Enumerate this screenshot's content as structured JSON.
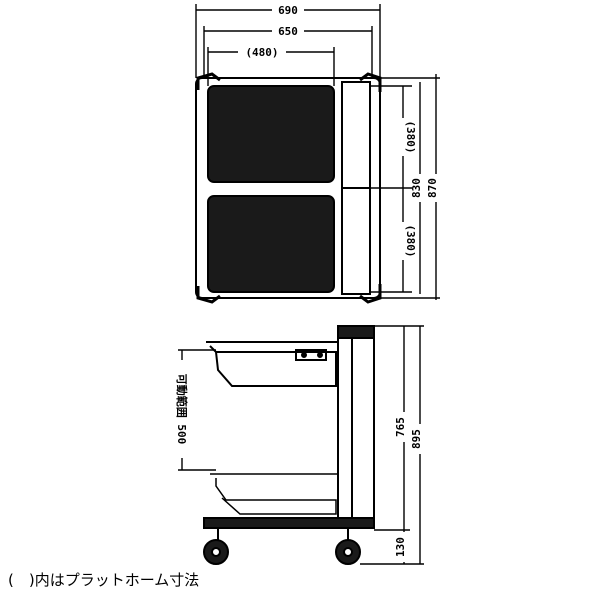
{
  "top_view": {
    "width_overall": "690",
    "width_body": "650",
    "width_platform": "(480)",
    "depth_platform_upper": "(380)",
    "depth_platform_lower": "(380)",
    "depth_body": "830",
    "depth_overall": "870"
  },
  "side_view": {
    "travel_range": "可動範囲 500",
    "height_column": "765",
    "height_overall": "895",
    "height_base": "130"
  },
  "note": "(　)内はプラットホーム寸法",
  "colors": {
    "line": "#000000",
    "fill": "#1a1a1a",
    "background": "#ffffff"
  }
}
